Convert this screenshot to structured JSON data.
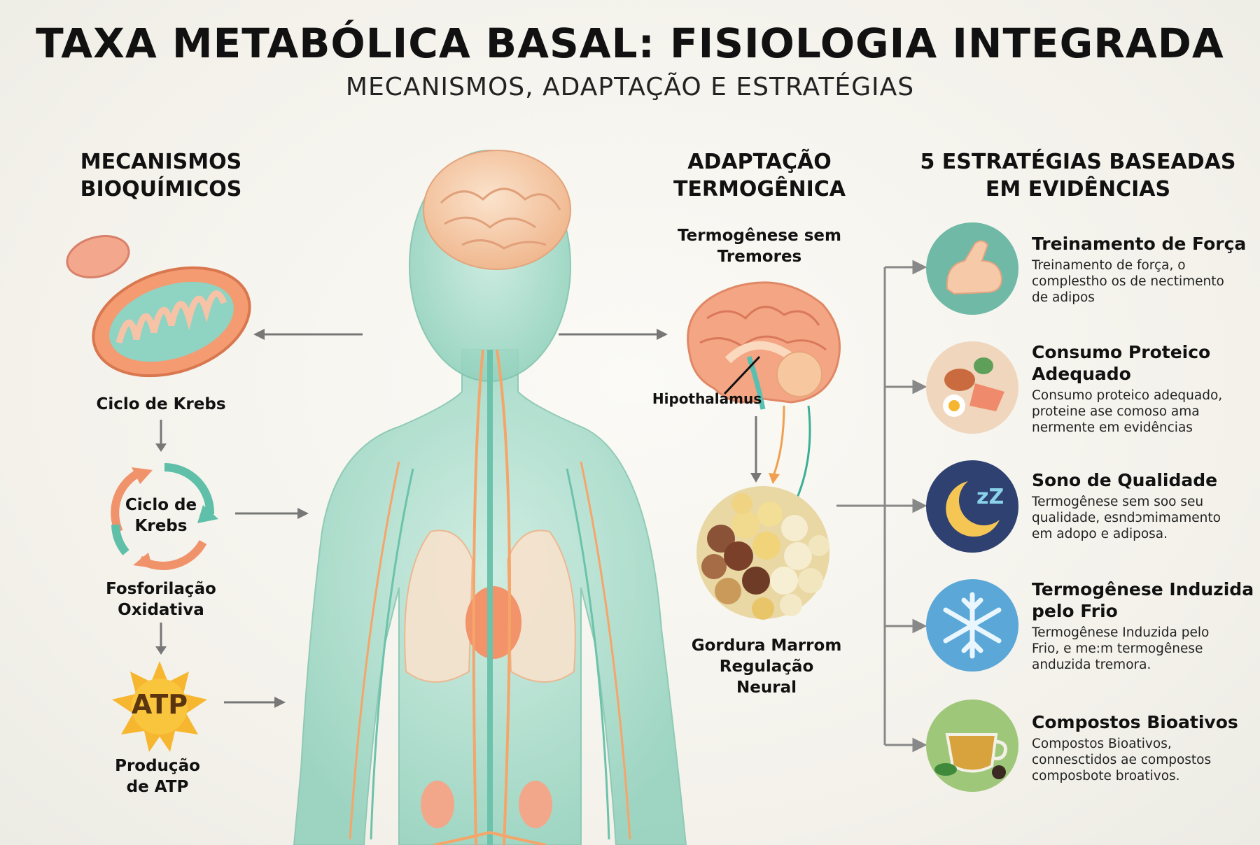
{
  "header": {
    "title": "TAXA METABÓLICA BASAL: FISIOLOGIA INTEGRADA",
    "subtitle": "MECANISMOS, ADAPTAÇÃO E ESTRATÉGIAS"
  },
  "left": {
    "heading_line1": "MECANISMOS",
    "heading_line2": "BIOQUÍMICOS",
    "mito_label": "Ciclo de Krebs",
    "cycle_line1": "Ciclo de",
    "cycle_line2": "Krebs",
    "ox_line1": "Fosforilação",
    "ox_line2": "Oxidativa",
    "atp_badge": "ATP",
    "atp_line1": "Produção",
    "atp_line2": "de ATP"
  },
  "middle": {
    "heading_line1": "ADAPTAÇÃO",
    "heading_line2": "TERMOGÊNICA",
    "thermo_line1": "Termogênese sem",
    "thermo_line2": "Tremores",
    "hypothalamus": "Hipothalamus",
    "fat_line1": "Gordura Marrom",
    "fat_line2": "Regulação",
    "fat_line3": "Neural"
  },
  "right": {
    "heading_line1": "5 ESTRATÉGIAS BASEADAS",
    "heading_line2": "EM EVIDÊNCIAS",
    "strategies": [
      {
        "icon": "flexed-arm-icon",
        "title_l1": "Treinamento de Força",
        "title_l2": "",
        "d1": "Treinamento de força, o",
        "d2": "complesthо os de nectimento",
        "d3": "de adipos"
      },
      {
        "icon": "protein-food-icon",
        "title_l1": "Consumo Proteico",
        "title_l2": "Adequado",
        "d1": "Consumo proteico adequado,",
        "d2": "proteine ase comoso ama",
        "d3": "nermente em evidências"
      },
      {
        "icon": "moon-sleep-icon",
        "title_l1": "Sono de Qualidade",
        "title_l2": "",
        "d1": "Termogênese sem soo seu",
        "d2": "qualidade, esndɔmimamento",
        "d3": "em adopo e adiposa."
      },
      {
        "icon": "snowflake-icon",
        "title_l1": "Termogênese Induzida",
        "title_l2": "pelo Frio",
        "d1": "Termogênese Induzida pelo",
        "d2": "Frio, e me:m termogênese",
        "d3": "anduzida tremora."
      },
      {
        "icon": "tea-cup-icon",
        "title_l1": "Compostos Bioativos",
        "title_l2": "",
        "d1": "Compostos Bioativos,",
        "d2": "connesctidos ae compostos",
        "d3": "composbote broativos."
      }
    ]
  },
  "colors": {
    "teal_body": "#9fd9c6",
    "orange_vessel": "#f5a56a",
    "arrow_gray": "#777777",
    "strength_bg": "#6fb9a6",
    "protein_bg": "#f0d6bc",
    "sleep_bg": "#2f4170",
    "cold_bg": "#5aa7d8",
    "bioactive_bg": "#9fc77a"
  }
}
